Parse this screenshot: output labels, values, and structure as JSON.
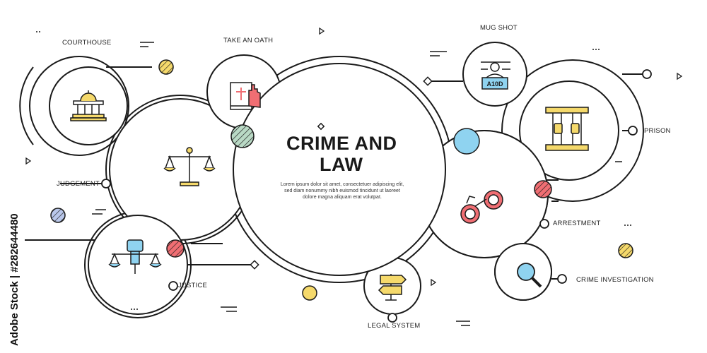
{
  "title_line1": "CRIME AND",
  "title_line2": "LAW",
  "description": "Lorem ipsum dolor sit amet, consectetuer adipiscing elit, sed diam nonummy nibh euismod tincidunt ut laoreet dolore magna aliquam erat volutpat.",
  "stock_id": "Adobe Stock | #282644480",
  "badge_text": "A10D",
  "labels": {
    "courthouse": "COURTHOUSE",
    "take_an_oath": "TAKE AN OATH",
    "mug_shot": "MUG SHOT",
    "prison": "PRISON",
    "judgement": "JUDGEMENT",
    "arrestment": "ARRESTMENT",
    "justice": "JUSTICE",
    "crime_investigation": "CRIME INVESTIGATION",
    "legal_system": "LEGAL SYSTEM"
  },
  "icons": {
    "courthouse": "courthouse-icon",
    "take_an_oath": "bible-oath-icon",
    "mug_shot": "mugshot-icon",
    "prison": "prison-bars-icon",
    "judgement": "scales-icon",
    "arrestment": "handcuffs-icon",
    "justice": "raised-fist-scales-icon",
    "crime_investigation": "magnifier-icon",
    "legal_system": "signpost-icon"
  },
  "colors": {
    "outline": "#1a1a1a",
    "blue": "#8fd3f0",
    "red": "#f06e73",
    "yellow": "#f5d96b",
    "green": "#b9d9c5",
    "lavender": "#b9c7ea"
  }
}
